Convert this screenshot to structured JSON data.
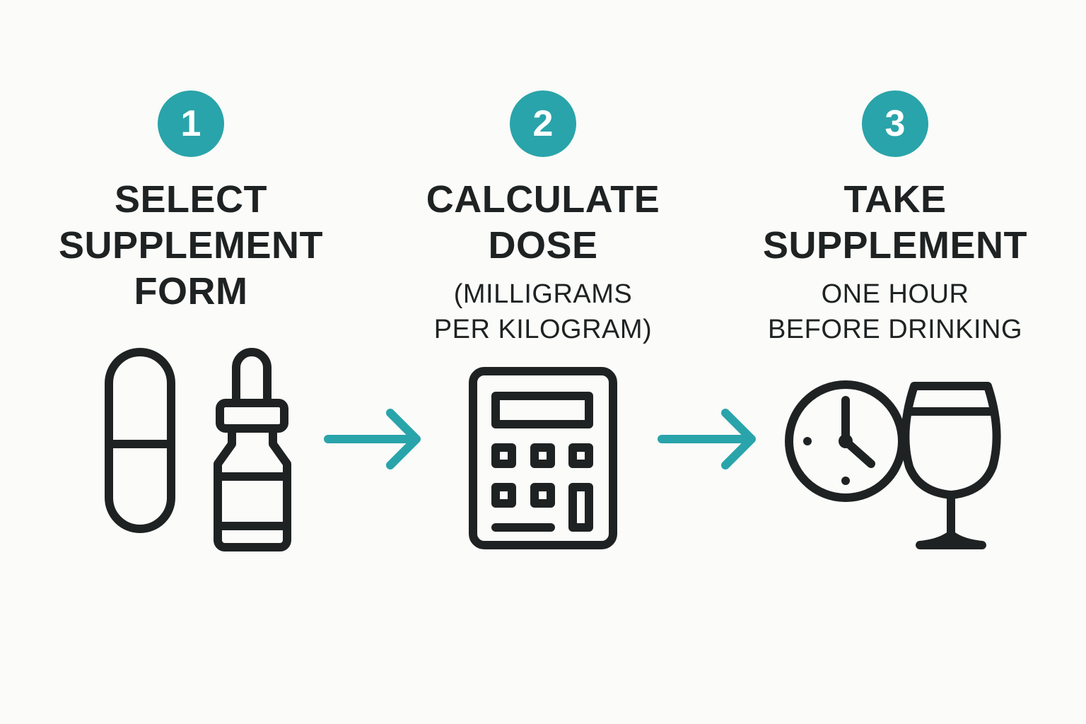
{
  "colors": {
    "accent": "#29a4aa",
    "ink": "#1e2222",
    "background": "#fbfbf9"
  },
  "steps": [
    {
      "number": "1",
      "title_lines": [
        "SELECT",
        "SUPPLEMENT",
        "FORM"
      ],
      "subtitle_lines": [],
      "icons": [
        "capsule-icon",
        "dropper-bottle-icon"
      ]
    },
    {
      "number": "2",
      "title_lines": [
        "CALCULATE",
        "DOSE"
      ],
      "subtitle_lines": [
        "(MILLIGRAMS",
        "PER KILOGRAM)"
      ],
      "icons": [
        "calculator-icon"
      ]
    },
    {
      "number": "3",
      "title_lines": [
        "TAKE",
        "SUPPLEMENT"
      ],
      "subtitle_lines": [
        "ONE HOUR",
        "BEFORE DRINKING"
      ],
      "icons": [
        "clock-icon",
        "wine-glass-icon"
      ]
    }
  ],
  "connectors": [
    "arrow-right-icon",
    "arrow-right-icon"
  ]
}
